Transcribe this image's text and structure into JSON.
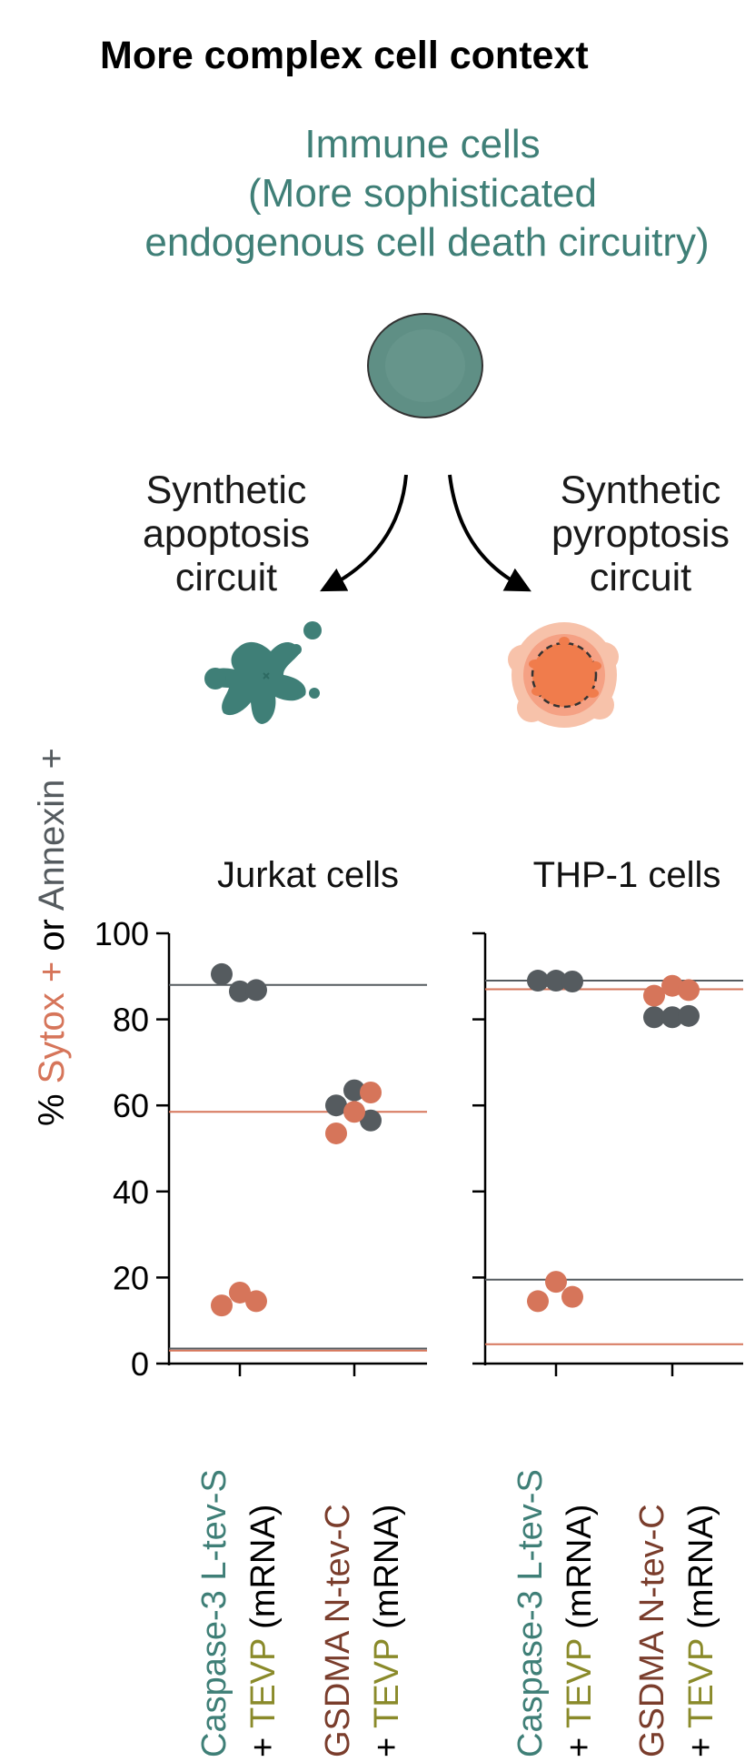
{
  "header": {
    "title": "More complex cell context",
    "subtitle_lines": [
      "Immune cells",
      "(More sophisticated",
      "endogenous cell death circuitry)"
    ]
  },
  "diagram": {
    "left_label_lines": [
      "Synthetic",
      "apoptosis",
      "circuit"
    ],
    "right_label_lines": [
      "Synthetic",
      "pyroptosis",
      "circuit"
    ]
  },
  "colors": {
    "teal": "#3f7f77",
    "teal_cell": "#5f8f85",
    "sytox": "#d6755a",
    "annexin": "#555b5f",
    "tevp": "#8a8a2a",
    "gsdma": "#7a3d2c",
    "pyro_core": "#f07c4c",
    "pyro_halo": "#f7c2aa"
  },
  "chart_data": [
    {
      "type": "scatter",
      "title": "Jurkat cells",
      "ylabel_parts": [
        "% ",
        "Sytox +",
        " or ",
        "Annexin +"
      ],
      "ylim": [
        0,
        100
      ],
      "yticks": [
        0,
        20,
        40,
        60,
        80,
        100
      ],
      "categories": [
        "Caspase-3 L-tev-S + TEVP (mRNA)",
        "GSDMA N-tev-C + TEVP (mRNA)"
      ],
      "series": [
        {
          "name": "Annexin +",
          "color": "annexin",
          "points": [
            [
              0,
              90.5
            ],
            [
              0,
              86.5
            ],
            [
              0,
              86.8
            ],
            [
              1,
              60
            ],
            [
              1,
              63.5
            ],
            [
              1,
              56.5
            ]
          ]
        },
        {
          "name": "Sytox +",
          "color": "sytox",
          "points": [
            [
              0,
              13.5
            ],
            [
              0,
              16.5
            ],
            [
              0,
              14.5
            ],
            [
              1,
              53.5
            ],
            [
              1,
              58.5
            ],
            [
              1,
              63
            ]
          ]
        }
      ],
      "reference_lines": [
        {
          "color": "annexin",
          "value": 88
        },
        {
          "color": "sytox",
          "value": 58.5
        },
        {
          "color": "annexin",
          "value": 3.5
        },
        {
          "color": "sytox",
          "value": 3
        }
      ]
    },
    {
      "type": "scatter",
      "title": "THP-1 cells",
      "ylim": [
        0,
        100
      ],
      "categories": [
        "Caspase-3 L-tev-S + TEVP (mRNA)",
        "GSDMA N-tev-C + TEVP (mRNA)"
      ],
      "series": [
        {
          "name": "Annexin +",
          "color": "annexin",
          "points": [
            [
              0,
              89
            ],
            [
              0,
              89
            ],
            [
              0,
              88.8
            ],
            [
              1,
              80.5
            ],
            [
              1,
              80.5
            ],
            [
              1,
              80.8
            ]
          ]
        },
        {
          "name": "Sytox +",
          "color": "sytox",
          "points": [
            [
              0,
              14.5
            ],
            [
              0,
              19
            ],
            [
              0,
              15.5
            ],
            [
              1,
              85.5
            ],
            [
              1,
              87.8
            ],
            [
              1,
              86.8
            ]
          ]
        }
      ],
      "reference_lines": [
        {
          "color": "annexin",
          "value": 89
        },
        {
          "color": "sytox",
          "value": 87
        },
        {
          "color": "annexin",
          "value": 19.5
        },
        {
          "color": "sytox",
          "value": 4.5
        }
      ]
    }
  ],
  "x_labels": {
    "caspase": {
      "name": "Caspase-3 L-tev-S",
      "plus": "+ ",
      "tevp": "TEVP",
      "suffix": " (mRNA)"
    },
    "gsdma": {
      "name": "GSDMA N-tev-C",
      "plus": "+ ",
      "tevp": "TEVP",
      "suffix": " (mRNA)"
    }
  }
}
